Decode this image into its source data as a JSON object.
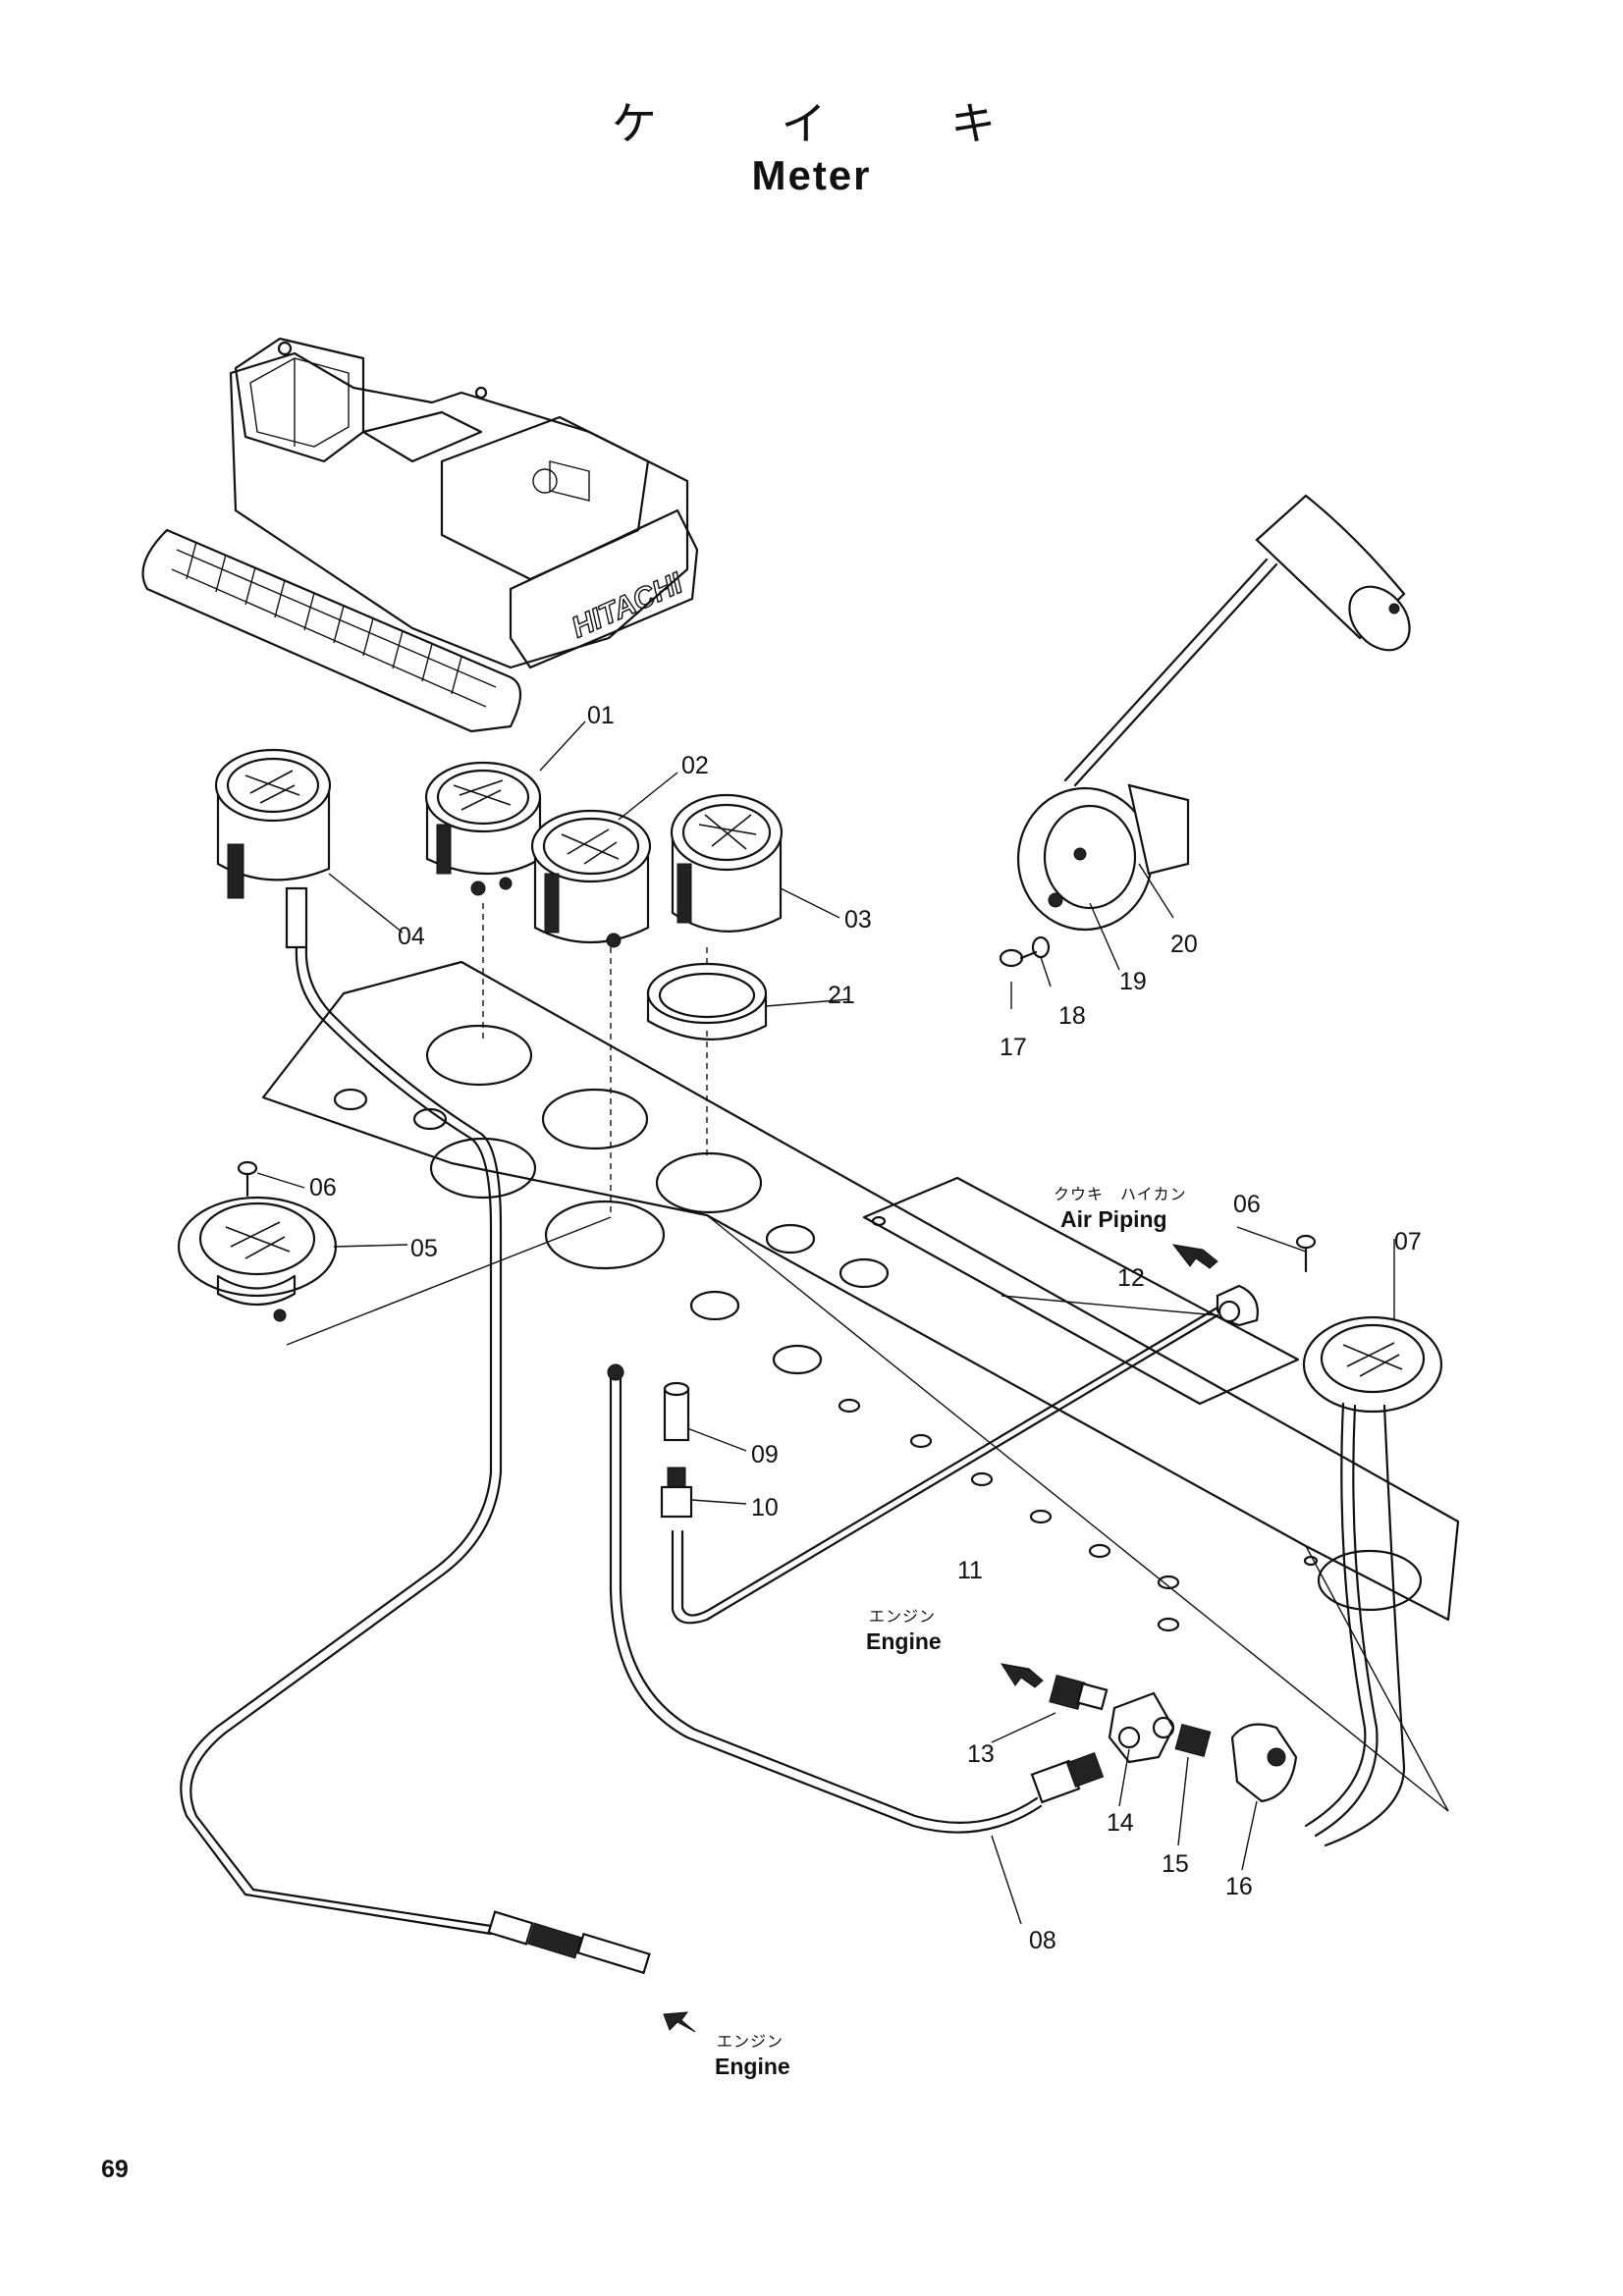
{
  "title": {
    "japanese": "ケ イ キ",
    "english": "Meter"
  },
  "machine_brand_on_drawing": "HITACHI",
  "part_labels": [
    "01",
    "02",
    "03",
    "04",
    "05",
    "06",
    "06",
    "07",
    "08",
    "09",
    "10",
    "11",
    "12",
    "13",
    "14",
    "15",
    "16",
    "17",
    "18",
    "19",
    "20",
    "21"
  ],
  "callouts": {
    "air_piping": {
      "japanese": "クウキ　ハイカン",
      "english": "Air Piping"
    },
    "engine_mid": {
      "japanese": "エンジン",
      "english": "Engine"
    },
    "engine_bottom": {
      "japanese": "エンジン",
      "english": "Engine"
    }
  },
  "page_number": "69"
}
